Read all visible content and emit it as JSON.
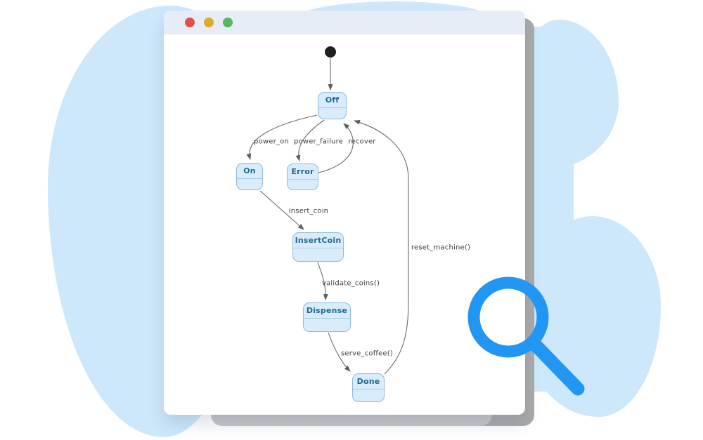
{
  "window": {
    "type": "mock-browser-window",
    "controls": [
      {
        "name": "close",
        "color": "#e0514b"
      },
      {
        "name": "minimize",
        "color": "#dcab28"
      },
      {
        "name": "zoom",
        "color": "#57b65f"
      }
    ]
  },
  "diagram": {
    "kind": "uml-state-machine",
    "states": [
      {
        "label": "Off"
      },
      {
        "label": "On"
      },
      {
        "label": "Error"
      },
      {
        "label": "InsertCoin"
      },
      {
        "label": "Dispense"
      },
      {
        "label": "Done"
      }
    ],
    "initial_state_to": "Off",
    "transitions": [
      {
        "from": "(initial)",
        "to": "Off",
        "label": ""
      },
      {
        "from": "Off",
        "to": "On",
        "label": "power_on"
      },
      {
        "from": "Off",
        "to": "Error",
        "label": "power_failure"
      },
      {
        "from": "Error",
        "to": "Off",
        "label": "recover"
      },
      {
        "from": "On",
        "to": "InsertCoin",
        "label": "insert_coin"
      },
      {
        "from": "InsertCoin",
        "to": "Dispense",
        "label": "validate_coins()"
      },
      {
        "from": "Dispense",
        "to": "Done",
        "label": "serve_coffee()"
      },
      {
        "from": "Done",
        "to": "Off",
        "label": "reset_machine()"
      }
    ]
  },
  "colors": {
    "blob_blue": "#cde7fb",
    "state_fill": "#d9ecfb",
    "state_border": "#8fb9da",
    "state_text": "#1d6a94",
    "edge_stroke": "#666666",
    "edge_label_text": "#3d3d3d",
    "magnifier_blue": "#2196f3",
    "titlebar": "#e7edf6"
  },
  "icons": {
    "magnifier": "search-icon"
  }
}
